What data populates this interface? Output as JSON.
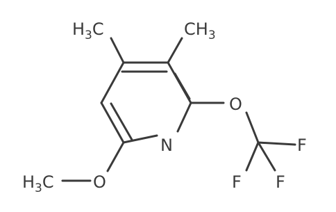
{
  "molecule": {
    "atoms": {
      "me4": "H3C",
      "me3": "CH3",
      "oxygen_ether": "O",
      "fluorine_1": "F",
      "fluorine_2": "F",
      "fluorine_3": "F",
      "nitrogen": "N",
      "oxygen_methoxy": "O",
      "methoxy_methyl": "H3C"
    }
  }
}
